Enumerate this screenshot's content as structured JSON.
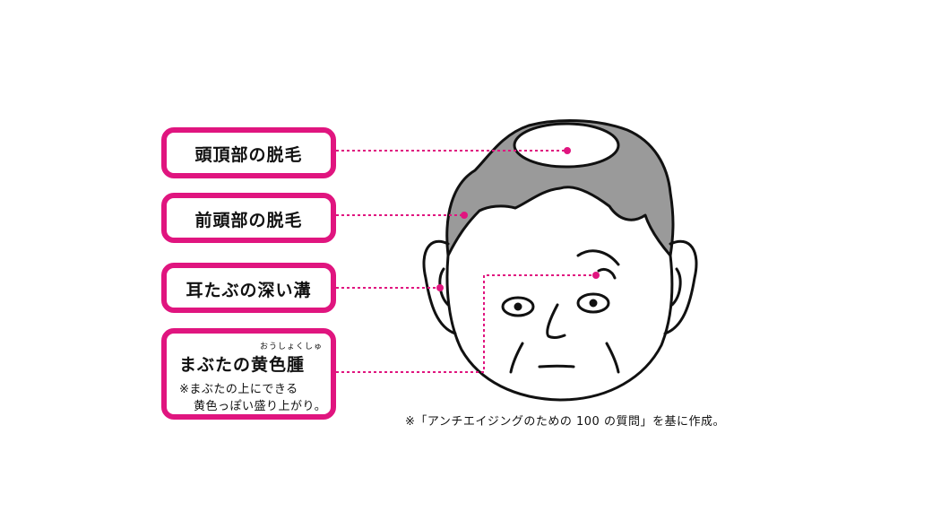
{
  "labels": [
    {
      "text": "頭頂部の脱毛"
    },
    {
      "text": "前頭部の脱毛"
    },
    {
      "text": "耳たぶの深い溝"
    },
    {
      "text": "まぶたの黄色腫",
      "ruby": "おうしょくしゅ",
      "note_line1": "※まぶたの上にできる",
      "note_line2": "黄色っぽい盛り上がり。"
    }
  ],
  "source_note": "※「アンチエイジングのための 100 の質問」を基に作成。",
  "colors": {
    "accent": "#e0157f",
    "hair": "#9a9a9a"
  }
}
